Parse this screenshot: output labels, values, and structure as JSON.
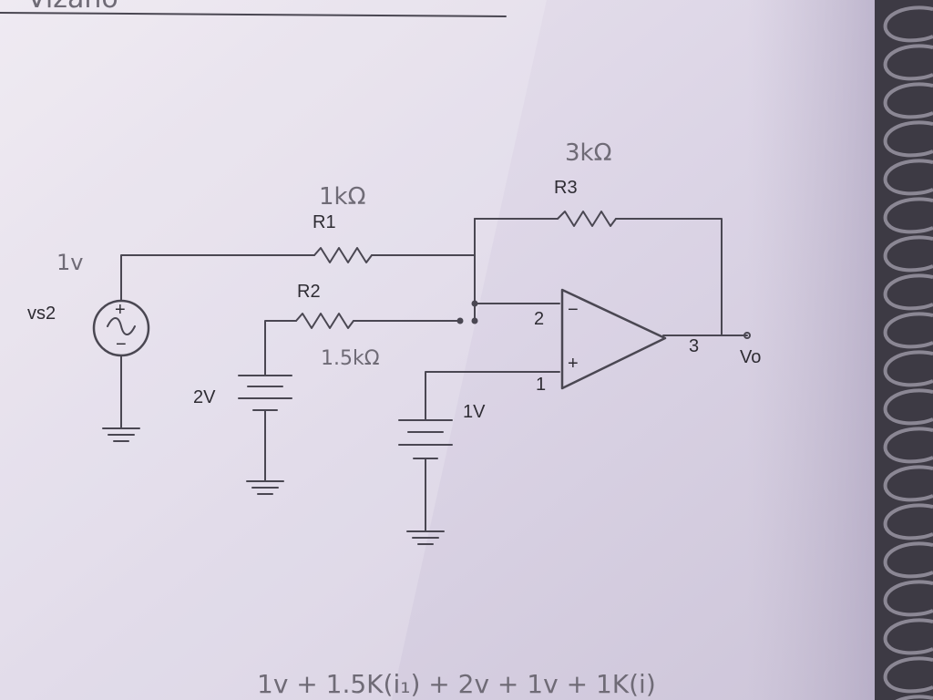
{
  "colors": {
    "paper": "#d9d2e4",
    "paper_light": "#ece6ef",
    "ink": "#4a4752",
    "pencil": "#6f6b76",
    "background": "#3d3a44"
  },
  "header_text": "Vizano",
  "labels": {
    "source": "vs2",
    "source_hand": "1v",
    "r1": "R1",
    "r1_hand": "1kΩ",
    "r2": "R2",
    "r2_hand": "1.5kΩ",
    "r3": "R3",
    "r3_hand": "3kΩ",
    "battery_2v": "2V",
    "battery_1v": "1V",
    "pin_inv": "2",
    "pin_noninv": "1",
    "pin_out": "3",
    "output": "Vo",
    "minus": "−",
    "plus": "+"
  },
  "equation": "1v + 1.5K(i₁) + 2v + 1v + 1K(i)"
}
